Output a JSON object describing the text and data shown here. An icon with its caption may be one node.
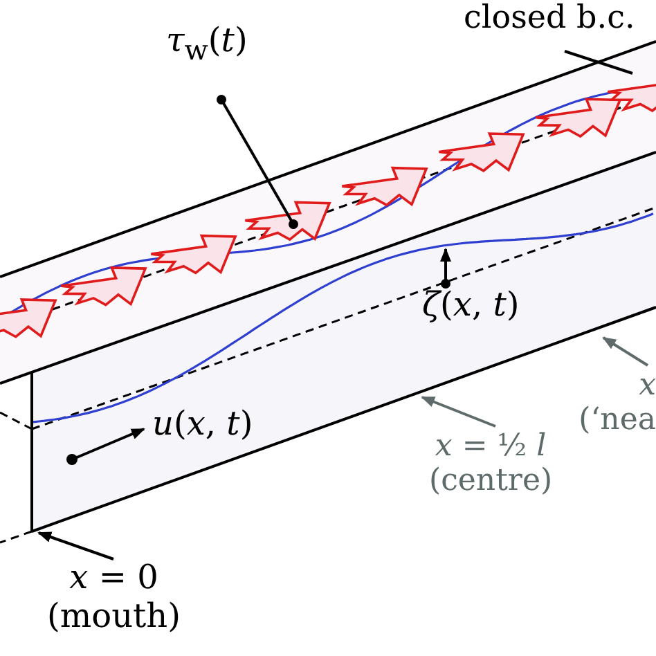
{
  "diagram": {
    "nodes": [
      {
        "text": [
          "closed b.c."
        ]
      },
      {
        "text": [
          "*τ*$_{w}$(*t*)"
        ]
      },
      {
        "text": [
          "*x* = 0",
          "(mouth)"
        ]
      },
      {
        "text": [
          "*x* = ½ *l*",
          "(centre)"
        ]
      },
      {
        "text": [
          "*x*",
          "(‘nea"
        ]
      }
    ],
    "edges": [
      {
        "from": 0,
        "to": null,
        "arrow": "none"
      },
      {
        "from": 1,
        "to": null,
        "arrow": "other"
      },
      {
        "from": 2,
        "to": null,
        "arrow": "to"
      },
      {
        "from": 3,
        "to": null,
        "arrow": "to",
        "color": "#5f6b6b"
      },
      {
        "from": 4,
        "to": null,
        "arrow": "to",
        "color": "#5f6b6b"
      }
    ],
    "labels": [
      "*ζ*(*x*, *t*)",
      "*u*(*x*, *t*)"
    ]
  }
}
